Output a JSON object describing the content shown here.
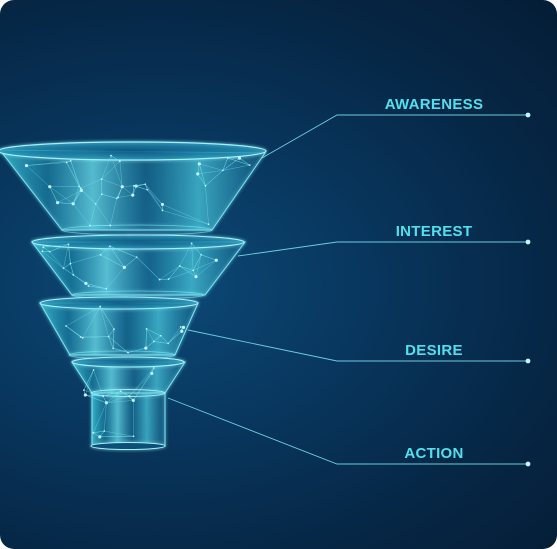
{
  "funnel": {
    "stages": [
      {
        "label": "AWARENESS"
      },
      {
        "label": "INTEREST"
      },
      {
        "label": "DESIRE"
      },
      {
        "label": "ACTION"
      }
    ]
  },
  "colors": {
    "background_center": "#0c4a78",
    "background_edge": "#051d36",
    "funnel_glow": "#5fe3f2",
    "label": "#52e0ee"
  }
}
